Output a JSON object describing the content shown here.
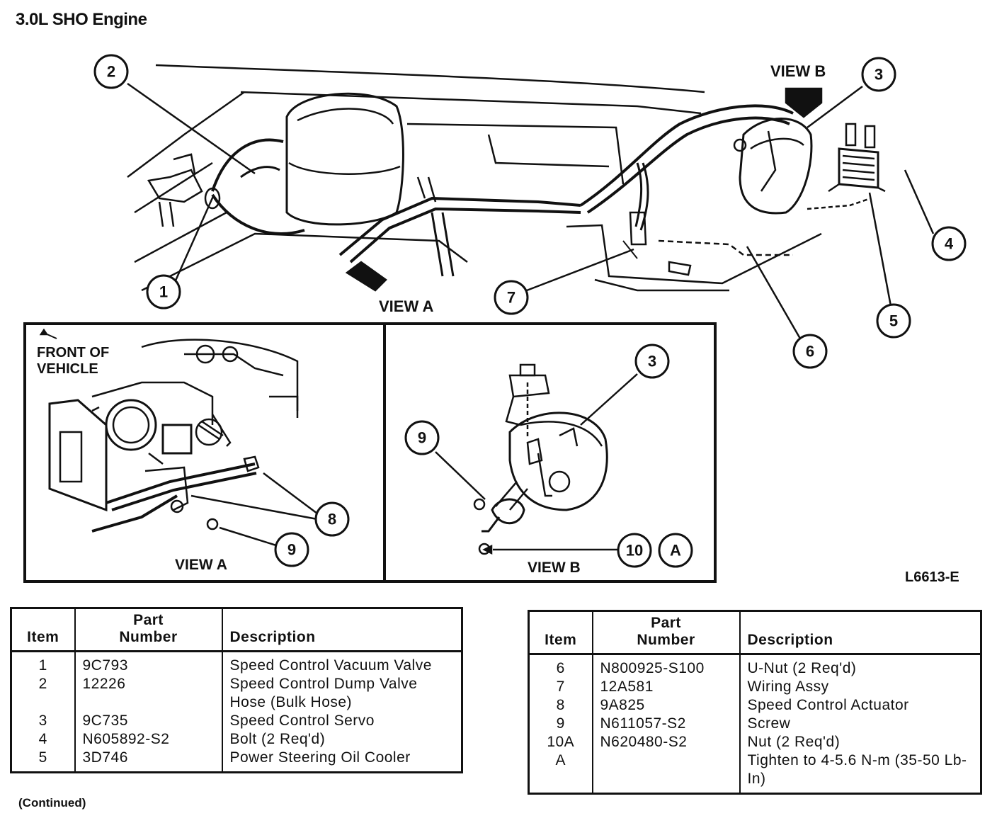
{
  "title": "3.0L SHO Engine",
  "diagram_labels": {
    "view_a_arrow": "VIEW A",
    "view_b_arrow": "VIEW B",
    "front_of_vehicle_line1": "FRONT OF",
    "front_of_vehicle_line2": "VEHICLE",
    "view_a_caption": "VIEW A",
    "view_b_caption": "VIEW B",
    "figure_code": "L6613-E"
  },
  "callouts": {
    "c1": "1",
    "c2": "2",
    "c3": "3",
    "c4": "4",
    "c5": "5",
    "c6": "6",
    "c7": "7",
    "c8": "8",
    "c9a": "9",
    "c3b": "3",
    "c9b": "9",
    "c10": "10",
    "cA": "A"
  },
  "table_headers": {
    "item": "Item",
    "part_number_line1": "Part",
    "part_number_line2": "Number",
    "description": "Description"
  },
  "table_left": [
    {
      "item": "1",
      "part": "9C793",
      "desc": "Speed Control Vacuum Valve"
    },
    {
      "item": "2",
      "part": "12226",
      "desc": "Speed Control Dump Valve Hose (Bulk Hose)"
    },
    {
      "item": "3",
      "part": "9C735",
      "desc": "Speed Control Servo"
    },
    {
      "item": "4",
      "part": "N605892-S2",
      "desc": "Bolt (2 Req'd)"
    },
    {
      "item": "5",
      "part": "3D746",
      "desc": "Power Steering Oil Cooler"
    }
  ],
  "table_right": [
    {
      "item": "6",
      "part": "N800925-S100",
      "desc": "U-Nut (2 Req'd)"
    },
    {
      "item": "7",
      "part": "12A581",
      "desc": "Wiring Assy"
    },
    {
      "item": "8",
      "part": "9A825",
      "desc": "Speed Control Actuator"
    },
    {
      "item": "9",
      "part": "N611057-S2",
      "desc": "Screw"
    },
    {
      "item": "10A",
      "part": "N620480-S2",
      "desc": "Nut (2 Req'd)"
    },
    {
      "item": "A",
      "part": "",
      "desc": "Tighten to 4-5.6 N-m (35-50 Lb-In)"
    }
  ],
  "continued": "(Continued)"
}
